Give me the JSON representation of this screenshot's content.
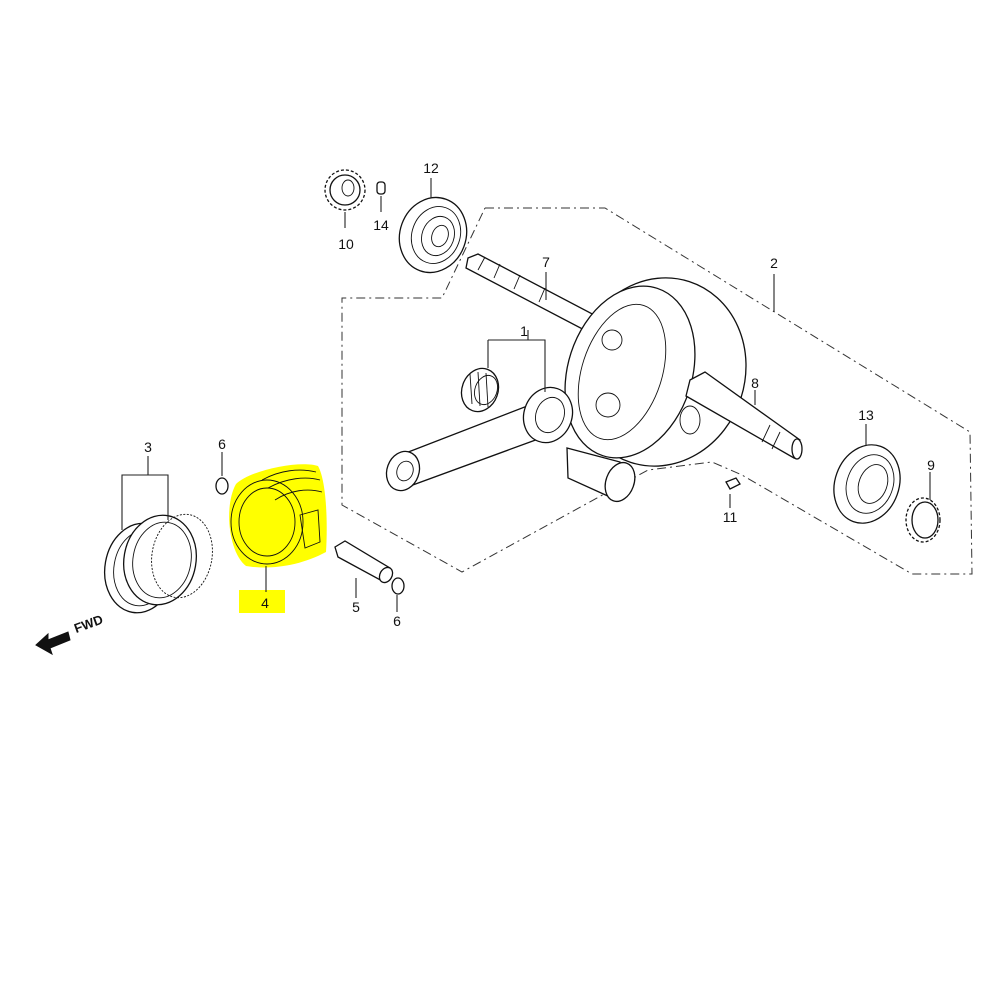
{
  "parts": [
    {
      "ref": "1",
      "label": "1"
    },
    {
      "ref": "2",
      "label": "2"
    },
    {
      "ref": "3",
      "label": "3"
    },
    {
      "ref": "4",
      "label": "4",
      "highlighted": true
    },
    {
      "ref": "5",
      "label": "5"
    },
    {
      "ref": "6a",
      "label": "6"
    },
    {
      "ref": "6b",
      "label": "6"
    },
    {
      "ref": "7",
      "label": "7"
    },
    {
      "ref": "8",
      "label": "8"
    },
    {
      "ref": "9",
      "label": "9"
    },
    {
      "ref": "10",
      "label": "10"
    },
    {
      "ref": "11",
      "label": "11"
    },
    {
      "ref": "12",
      "label": "12"
    },
    {
      "ref": "13",
      "label": "13"
    },
    {
      "ref": "14",
      "label": "14"
    }
  ],
  "direction_marker": "FWD",
  "colors": {
    "highlight": "#ffff00",
    "ink": "#111111",
    "background": "#ffffff"
  }
}
